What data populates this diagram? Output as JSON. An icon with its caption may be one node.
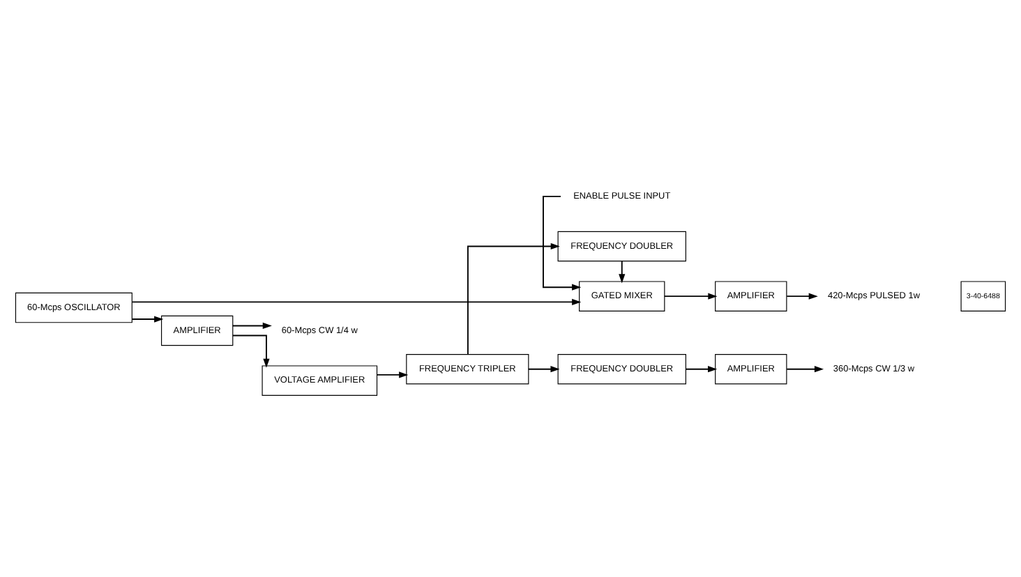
{
  "diagram": {
    "nodes": [
      {
        "text": [
          "60-Mcps OSCILLATOR"
        ]
      },
      {
        "text": [
          "ENABLE PULSE INPUT"
        ]
      },
      {
        "text": [
          "GATED MIXER"
        ]
      },
      {
        "text": [
          "AMPLIFIER"
        ]
      },
      {
        "text": [
          "420-Mcps PULSED 1w"
        ]
      },
      {
        "text": [
          "AMPLIFIER"
        ]
      },
      {
        "text": [
          "60-Mcps CW 1/4 w"
        ]
      },
      {
        "text": [
          "FREQUENCY DOUBLER"
        ]
      },
      {
        "text": [
          "VOLTAGE AMPLIFIER"
        ]
      },
      {
        "text": [
          "FREQUENCY TRIPLER"
        ]
      },
      {
        "text": [
          "FREQUENCY DOUBLER"
        ]
      },
      {
        "text": [
          "AMPLIFIER"
        ]
      },
      {
        "text": [
          "360-Mcps CW 1/3 w"
        ]
      }
    ],
    "edges": [
      {
        "from": 0,
        "to": 2,
        "arrow": "to"
      },
      {
        "from": 0,
        "to": 5,
        "arrow": "to"
      },
      {
        "from": 1,
        "to": 2,
        "arrow": "to"
      },
      {
        "from": 2,
        "to": 3,
        "arrow": "to"
      },
      {
        "from": 3,
        "to": 4,
        "arrow": "to"
      },
      {
        "from": 5,
        "to": 6,
        "arrow": "to"
      },
      {
        "from": 5,
        "to": 8,
        "arrow": "to"
      },
      {
        "from": 7,
        "to": 2,
        "arrow": "to"
      },
      {
        "from": 8,
        "to": 9,
        "arrow": "to"
      },
      {
        "from": 9,
        "to": 7,
        "arrow": "to"
      },
      {
        "from": 9,
        "to": 10,
        "arrow": "to"
      },
      {
        "from": 10,
        "to": 11,
        "arrow": "to"
      },
      {
        "from": 11,
        "to": 12,
        "arrow": "to"
      }
    ],
    "labels": [
      "3-40-6488"
    ]
  }
}
